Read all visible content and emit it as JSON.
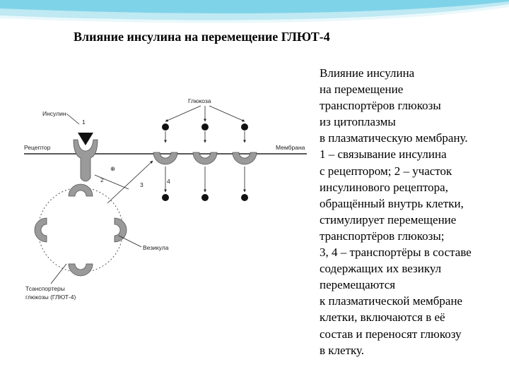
{
  "slide": {
    "title": "Влияние инсулина на перемещение ГЛЮТ-4",
    "header_colors": [
      "#7fd3e8",
      "#bfe9f3",
      "#e9f8fb"
    ]
  },
  "diagram": {
    "labels": {
      "insulin": "Инсулин",
      "receptor": "Рецептор",
      "glucose": "Глюкоза",
      "membrane": "Мембрана",
      "vesicle": "Везикула",
      "transporters_line1": "Тсанспортеры",
      "transporters_line2": "глюкозы (ГЛЮТ-4)"
    },
    "numbers": {
      "n1": "1",
      "n2": "2",
      "n3": "3",
      "n4": "4",
      "plus": "⊕"
    }
  },
  "caption": {
    "lines": [
      "Влияние инсулина",
      "на перемещение",
      "транспортёров глюкозы",
      "из цитоплазмы",
      "в плазматическую мембрану.",
      "1 – связывание инсулина",
      "с рецептором; 2 – участок",
      "инсулинового рецептора,",
      "обращённый внутрь клетки,",
      "стимулирует перемещение",
      "транспортёров глюкозы;",
      "3, 4 – транспортёры в составе",
      "содержащих их везикул",
      "перемещаются",
      "к плазматической мембране",
      "клетки, включаются в её",
      "состав и переносят глюкозу",
      "в клетку."
    ]
  }
}
